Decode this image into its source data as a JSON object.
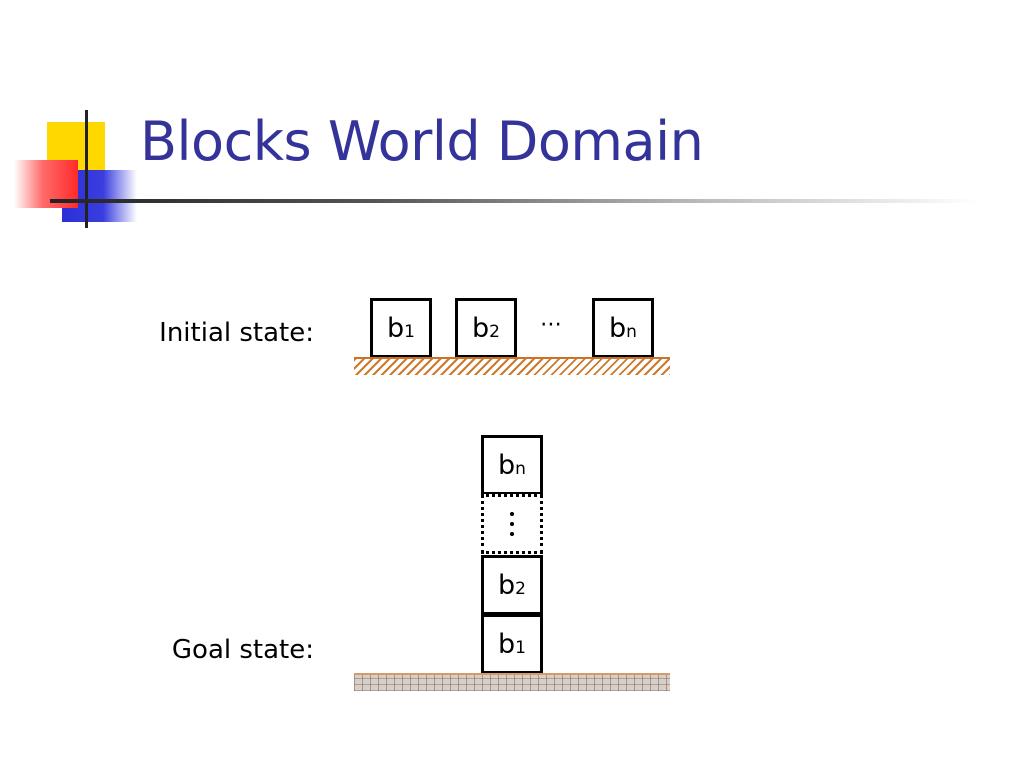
{
  "slide": {
    "title": "Blocks World Domain"
  },
  "initial_state": {
    "label": "Initial state:",
    "ellipsis": "⋯",
    "blocks": [
      {
        "base": "b",
        "sub": "1"
      },
      {
        "base": "b",
        "sub": "2"
      },
      {
        "base": "b",
        "sub": "n"
      }
    ]
  },
  "goal_state": {
    "label": "Goal state:",
    "stack_top_to_bottom": [
      {
        "base": "b",
        "sub": "n"
      },
      {
        "gap": "⋮"
      },
      {
        "base": "b",
        "sub": "2"
      },
      {
        "base": "b",
        "sub": "1"
      }
    ]
  },
  "colors": {
    "title": "#333399",
    "accent_yellow": "#ffd800",
    "accent_blue": "#2b2fd6",
    "accent_red": "#ff2a2a",
    "ground_initial": "#cc7a2e",
    "ground_goal": "#d7cfc8"
  }
}
